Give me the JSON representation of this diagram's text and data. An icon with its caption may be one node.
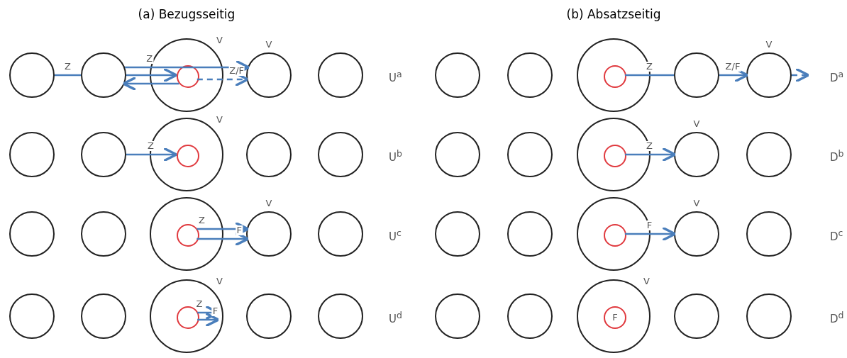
{
  "diagram": {
    "nodes": [
      {
        "text": [],
        "shape": "circle"
      },
      {
        "text": [],
        "shape": "circle"
      },
      {
        "text": [],
        "shape": "circle",
        "beside": [
          "V"
        ]
      },
      {
        "text": [],
        "shape": "circle",
        "in": 2
      },
      {
        "text": [],
        "shape": "circle",
        "beside": [
          "V"
        ]
      },
      {
        "text": [],
        "shape": "circle"
      },
      {
        "text": [],
        "shape": "circle"
      },
      {
        "text": [],
        "shape": "circle"
      },
      {
        "text": [],
        "shape": "circle"
      },
      {
        "text": [],
        "shape": "circle",
        "in": 8
      },
      {
        "text": [],
        "shape": "circle"
      },
      {
        "text": [],
        "shape": "circle",
        "beside": [
          "V"
        ]
      },
      {
        "text": [],
        "shape": "circle"
      },
      {
        "text": [],
        "shape": "circle"
      },
      {
        "text": [],
        "shape": "circle",
        "beside": [
          "V"
        ]
      },
      {
        "text": [],
        "shape": "circle",
        "in": 14
      },
      {
        "text": [],
        "shape": "circle"
      },
      {
        "text": [],
        "shape": "circle"
      },
      {
        "text": [],
        "shape": "circle"
      },
      {
        "text": [],
        "shape": "circle"
      },
      {
        "text": [],
        "shape": "circle"
      },
      {
        "text": [],
        "shape": "circle",
        "in": 20
      },
      {
        "text": [],
        "shape": "circle",
        "beside": [
          "V"
        ]
      },
      {
        "text": [],
        "shape": "circle"
      },
      {
        "text": [],
        "shape": "circle"
      },
      {
        "text": [],
        "shape": "circle"
      },
      {
        "text": [],
        "shape": "circle"
      },
      {
        "text": [],
        "shape": "circle",
        "in": 26
      },
      {
        "text": [],
        "shape": "circle",
        "beside": [
          "V"
        ]
      },
      {
        "text": [],
        "shape": "circle"
      },
      {
        "text": [],
        "shape": "circle"
      },
      {
        "text": [],
        "shape": "circle"
      },
      {
        "text": [],
        "shape": "circle"
      },
      {
        "text": [],
        "shape": "circle",
        "in": 32
      },
      {
        "text": [],
        "shape": "circle",
        "beside": [
          "V"
        ]
      },
      {
        "text": [],
        "shape": "circle"
      },
      {
        "text": [],
        "shape": "circle"
      },
      {
        "text": [],
        "shape": "circle"
      },
      {
        "text": [],
        "shape": "circle",
        "beside": [
          "V"
        ]
      },
      {
        "text": [],
        "shape": "circle",
        "in": 38
      },
      {
        "text": [],
        "shape": "circle"
      },
      {
        "text": [],
        "shape": "circle"
      },
      {
        "text": [],
        "shape": "circle"
      },
      {
        "text": [],
        "shape": "circle"
      },
      {
        "text": [],
        "shape": "circle",
        "beside": [
          "V"
        ]
      },
      {
        "text": [
          "F"
        ],
        "in": 44
      },
      {
        "text": [],
        "shape": "circle"
      },
      {
        "text": [],
        "shape": "circle"
      }
    ],
    "edges": [
      {
        "from": 0,
        "to": 1,
        "arrow": "none",
        "label": "Z"
      },
      {
        "from": 1,
        "to": 3,
        "arrow": "to"
      },
      {
        "from": 1,
        "to": 4,
        "arrow": "to",
        "label": "Z"
      },
      {
        "from": 3,
        "to": 4,
        "arrow": "to",
        "label": "Z/F",
        "style": "dashed"
      },
      {
        "from": 3,
        "to": 1,
        "arrow": "to"
      },
      {
        "from": 9,
        "to": 10,
        "arrow": "none",
        "label": "Z"
      },
      {
        "from": 10,
        "to": 11,
        "arrow": "to",
        "label": "Z/F"
      },
      {
        "from": 11,
        "to": null,
        "arrow": "to",
        "style": "dashed"
      },
      {
        "from": 13,
        "to": 15,
        "arrow": "to",
        "label": "Z"
      },
      {
        "from": 21,
        "to": 22,
        "arrow": "to",
        "label": "Z"
      },
      {
        "from": 27,
        "to": 28,
        "arrow": "to",
        "label": "Z"
      },
      {
        "from": 27,
        "to": 28,
        "arrow": "to",
        "label": "F"
      },
      {
        "from": 33,
        "to": 34,
        "arrow": "to",
        "label": "F"
      },
      {
        "from": 39,
        "to": null,
        "arrow": "to",
        "label": "Z"
      },
      {
        "from": 39,
        "to": null,
        "arrow": "to",
        "label": "F"
      }
    ],
    "labels": [
      "(a) Bezugsseitig",
      "(b) Absatzseitig",
      "U$^{a}$",
      "D$^{a}$",
      "U$^{b}$",
      "D$^{b}$",
      "U$^{c}$",
      "D$^{c}$",
      "U$^{d}$",
      "D$^{d}$"
    ]
  }
}
